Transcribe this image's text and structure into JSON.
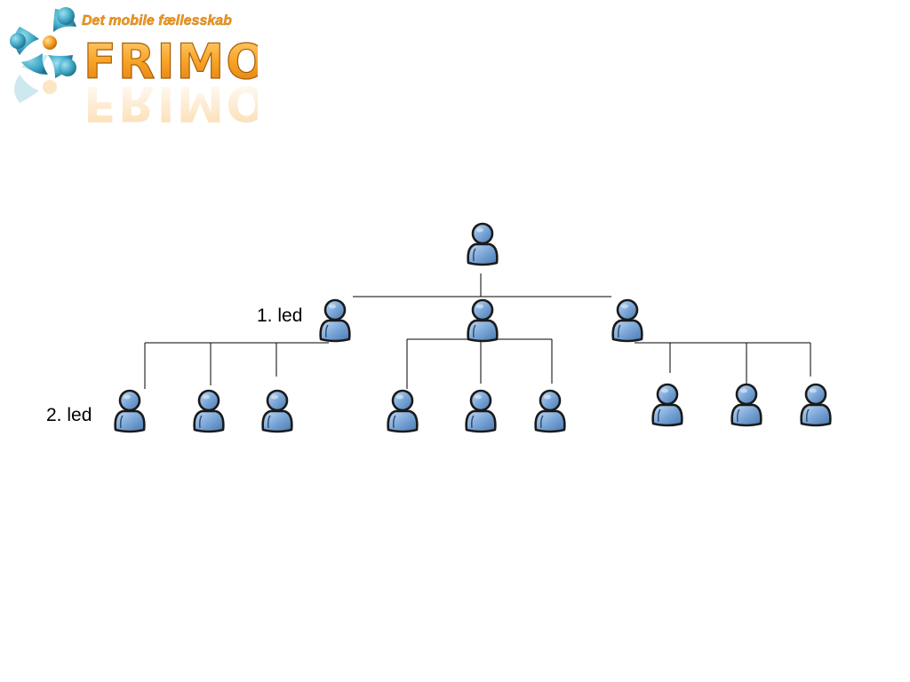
{
  "logo": {
    "tagline": "Det mobile fællesskab",
    "brand": "FRIMO",
    "colors": {
      "brand_orange": "#f39a1e",
      "brand_blue": "#3fa7c4"
    }
  },
  "diagram": {
    "levels": [
      {
        "label": "1. led"
      },
      {
        "label": "2. led"
      }
    ],
    "root": {
      "icon": "person-icon"
    },
    "branches": [
      {
        "icon": "person-icon",
        "children": 3
      },
      {
        "icon": "person-icon",
        "children": 3
      },
      {
        "icon": "person-icon",
        "children": 3
      }
    ],
    "colors": {
      "person_fill": "#7ba7d8",
      "person_outline": "#1a1a1a",
      "connector": "#000000"
    }
  }
}
